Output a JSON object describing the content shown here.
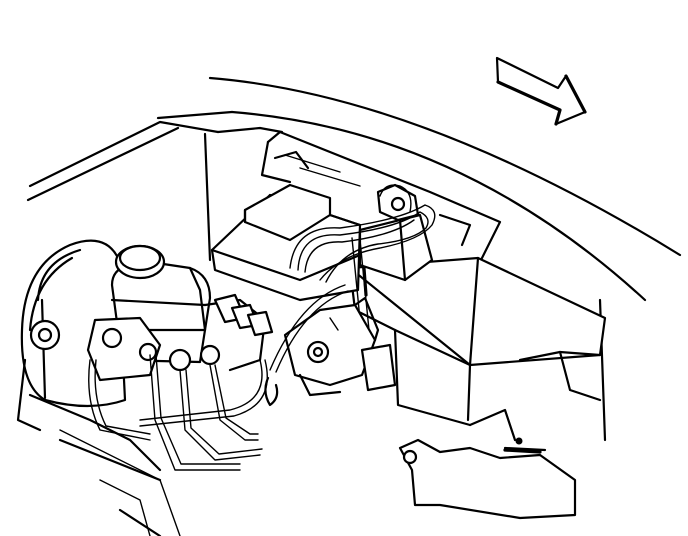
{
  "diagram": {
    "colors": {
      "line": "#000000",
      "background": "#ffffff"
    },
    "components": [
      {
        "name": "brake-booster"
      },
      {
        "name": "master-cylinder-reservoir"
      },
      {
        "name": "abs-module"
      },
      {
        "name": "battery-tray"
      },
      {
        "name": "wiring-harness"
      },
      {
        "name": "brake-lines"
      },
      {
        "name": "mounting-bracket"
      },
      {
        "name": "direction-arrow"
      }
    ]
  }
}
